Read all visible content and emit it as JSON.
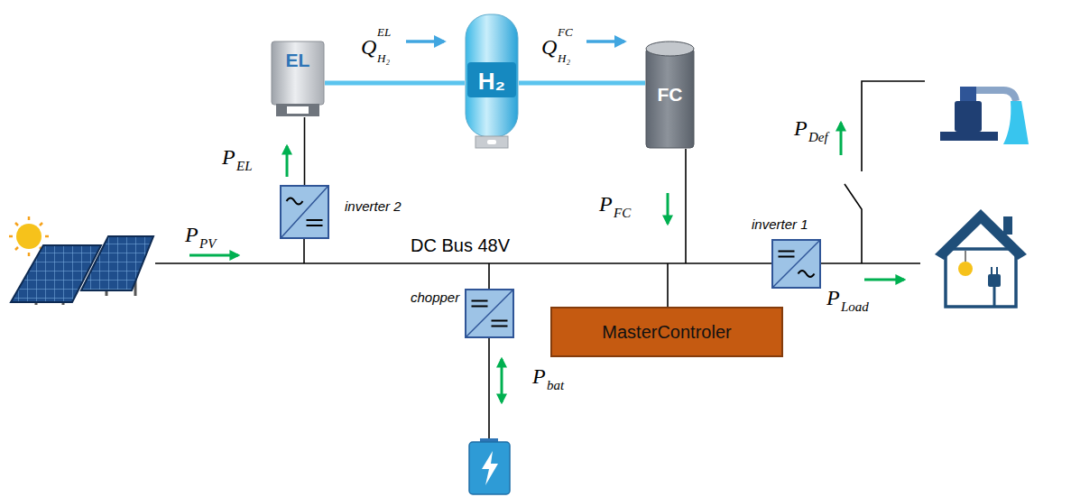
{
  "diagram": {
    "nodes": [
      {
        "text": [
          "EL"
        ]
      },
      {
        "text": [
          "H₂"
        ]
      },
      {
        "text": [
          "FC"
        ]
      },
      {
        "text": [
          "inverter 2"
        ]
      },
      {
        "text": [
          "inverter 1"
        ]
      },
      {
        "text": [
          "chopper"
        ]
      },
      {
        "text": [
          "MasterControler"
        ]
      }
    ],
    "edges": [
      {
        "from": 3,
        "to": 0,
        "arrow": "none"
      },
      {
        "from": 0,
        "to": 1,
        "arrow": "none"
      },
      {
        "from": 1,
        "to": 2,
        "arrow": "none"
      }
    ],
    "labels": [
      "P",
      "PV",
      "P",
      "EL",
      "Q",
      "EL",
      "H₂",
      "Q",
      "FC",
      "H₂",
      "P",
      "FC",
      "P",
      "Def",
      "P",
      "Load",
      "P",
      "bat",
      "DC Bus 48V"
    ]
  }
}
